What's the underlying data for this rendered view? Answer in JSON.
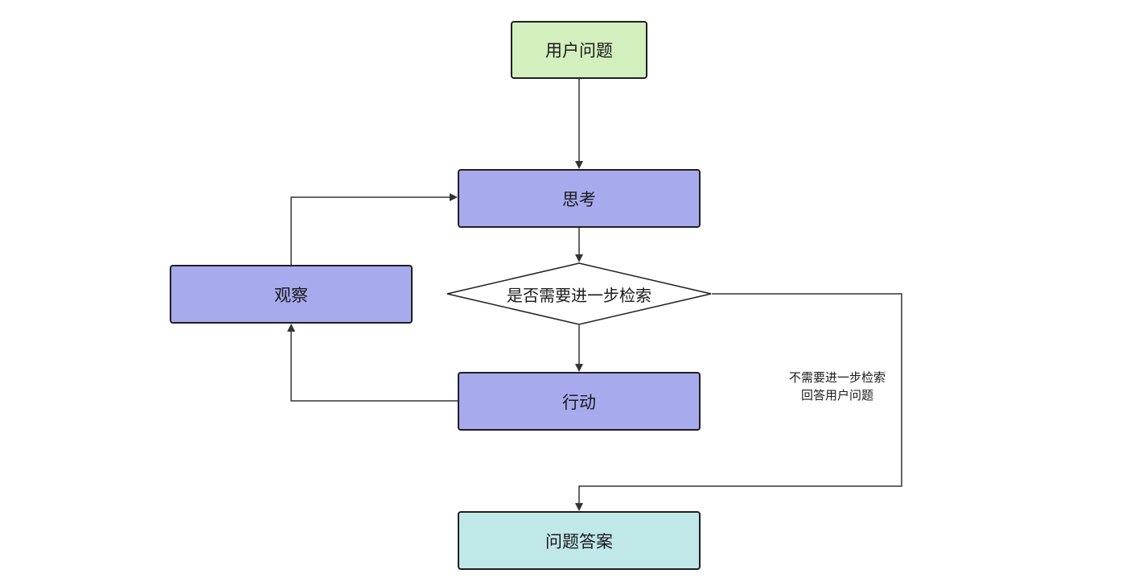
{
  "diagram": {
    "nodes": {
      "start": {
        "label": "用户问题",
        "fill": "#d3efbd"
      },
      "think": {
        "label": "思考",
        "fill": "#a8aaee"
      },
      "decision": {
        "label": "是否需要进一步检索",
        "fill": "#ffffff"
      },
      "observe": {
        "label": "观察",
        "fill": "#a8aaee"
      },
      "act": {
        "label": "行动",
        "fill": "#a8aaee"
      },
      "answer": {
        "label": "问题答案",
        "fill": "#c1e8e9"
      }
    },
    "edge_label": {
      "line1": "不需要进一步检索",
      "line2": "回答用户问题"
    },
    "colors": {
      "stroke": "#1f1f1f",
      "edge": "#333333"
    }
  }
}
